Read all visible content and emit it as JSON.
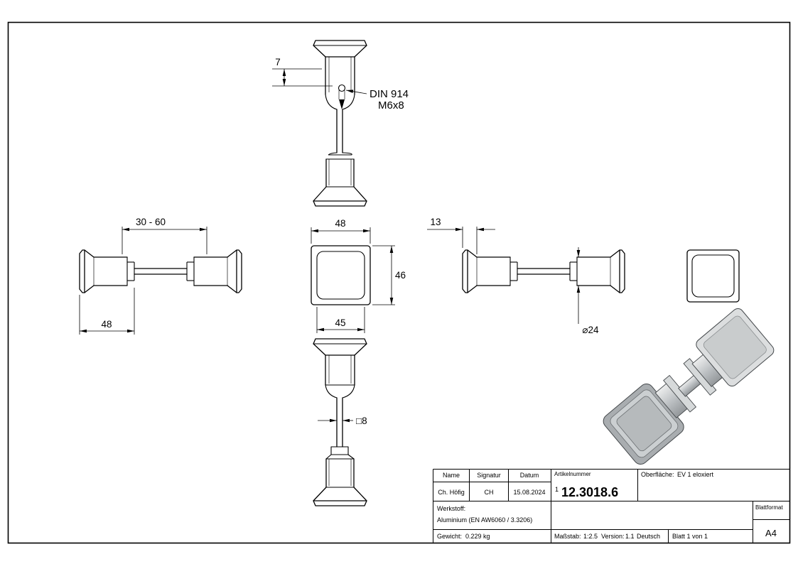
{
  "page": {
    "background": "#ffffff",
    "line_color": "#000000"
  },
  "views": {
    "top_section": {
      "dim_depth": "7",
      "note_line1": "DIN 914",
      "note_line2": "M6x8"
    },
    "side_left": {
      "dim_grip_range": "30 - 60",
      "dim_length": "48"
    },
    "front_square": {
      "dim_width": "48",
      "dim_height": "46",
      "dim_face": "45"
    },
    "side_right": {
      "dim_rosette_thickness": "13",
      "dim_neck_diameter": "⌀24"
    },
    "bottom_view": {
      "dim_spindle": "□8"
    }
  },
  "title_block": {
    "name_label": "Name",
    "signatur_label": "Signatur",
    "datum_label": "Datum",
    "name_value": "Ch. Höfig",
    "signatur_value": "CH",
    "datum_value": "15.08.2024",
    "artikelnummer_label": "Artikelnummer",
    "artikelnummer_ref": "1",
    "artikelnummer_value": "12.3018.6",
    "oberflaeche_label": "Oberfläche:",
    "oberflaeche_value": "EV 1 eloxiert",
    "werkstoff_label": "Werkstoff:",
    "werkstoff_value": "Aluminium (EN AW6060 / 3.3206)",
    "gewicht_label": "Gewicht:",
    "gewicht_value": "0.229 kg",
    "massstab_label": "Maßstab:",
    "massstab_value": "1:2.5",
    "version_label": "Version:",
    "version_value": "1.1",
    "sprache": "Deutsch",
    "blatt": "Blatt 1 von 1",
    "blattformat_label": "Blattformat",
    "blattformat_value": "A4"
  }
}
